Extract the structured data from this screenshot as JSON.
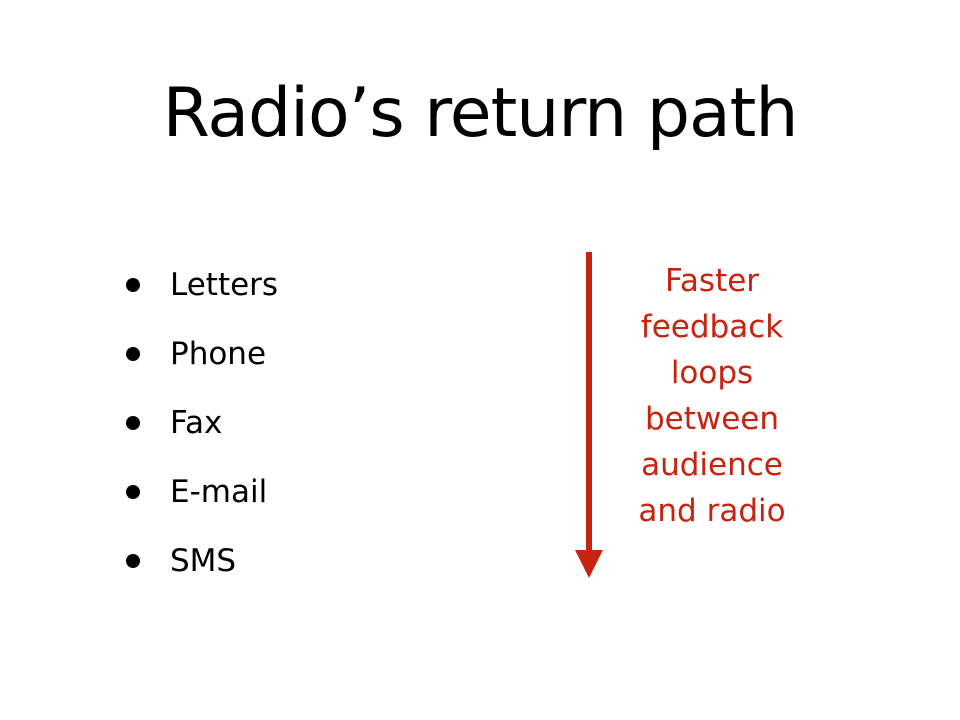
{
  "slide": {
    "title": "Radio’s return path",
    "bullets": [
      "Letters",
      "Phone",
      "Fax",
      "E-mail",
      "SMS"
    ],
    "feedback_lines": [
      "Faster",
      "feedback",
      "loops",
      "between",
      "audience",
      "and radio"
    ],
    "colors": {
      "text": "#000000",
      "accent": "#c8230e",
      "background": "#ffffff"
    },
    "icons": {
      "arrow": "down-arrow-icon"
    }
  }
}
